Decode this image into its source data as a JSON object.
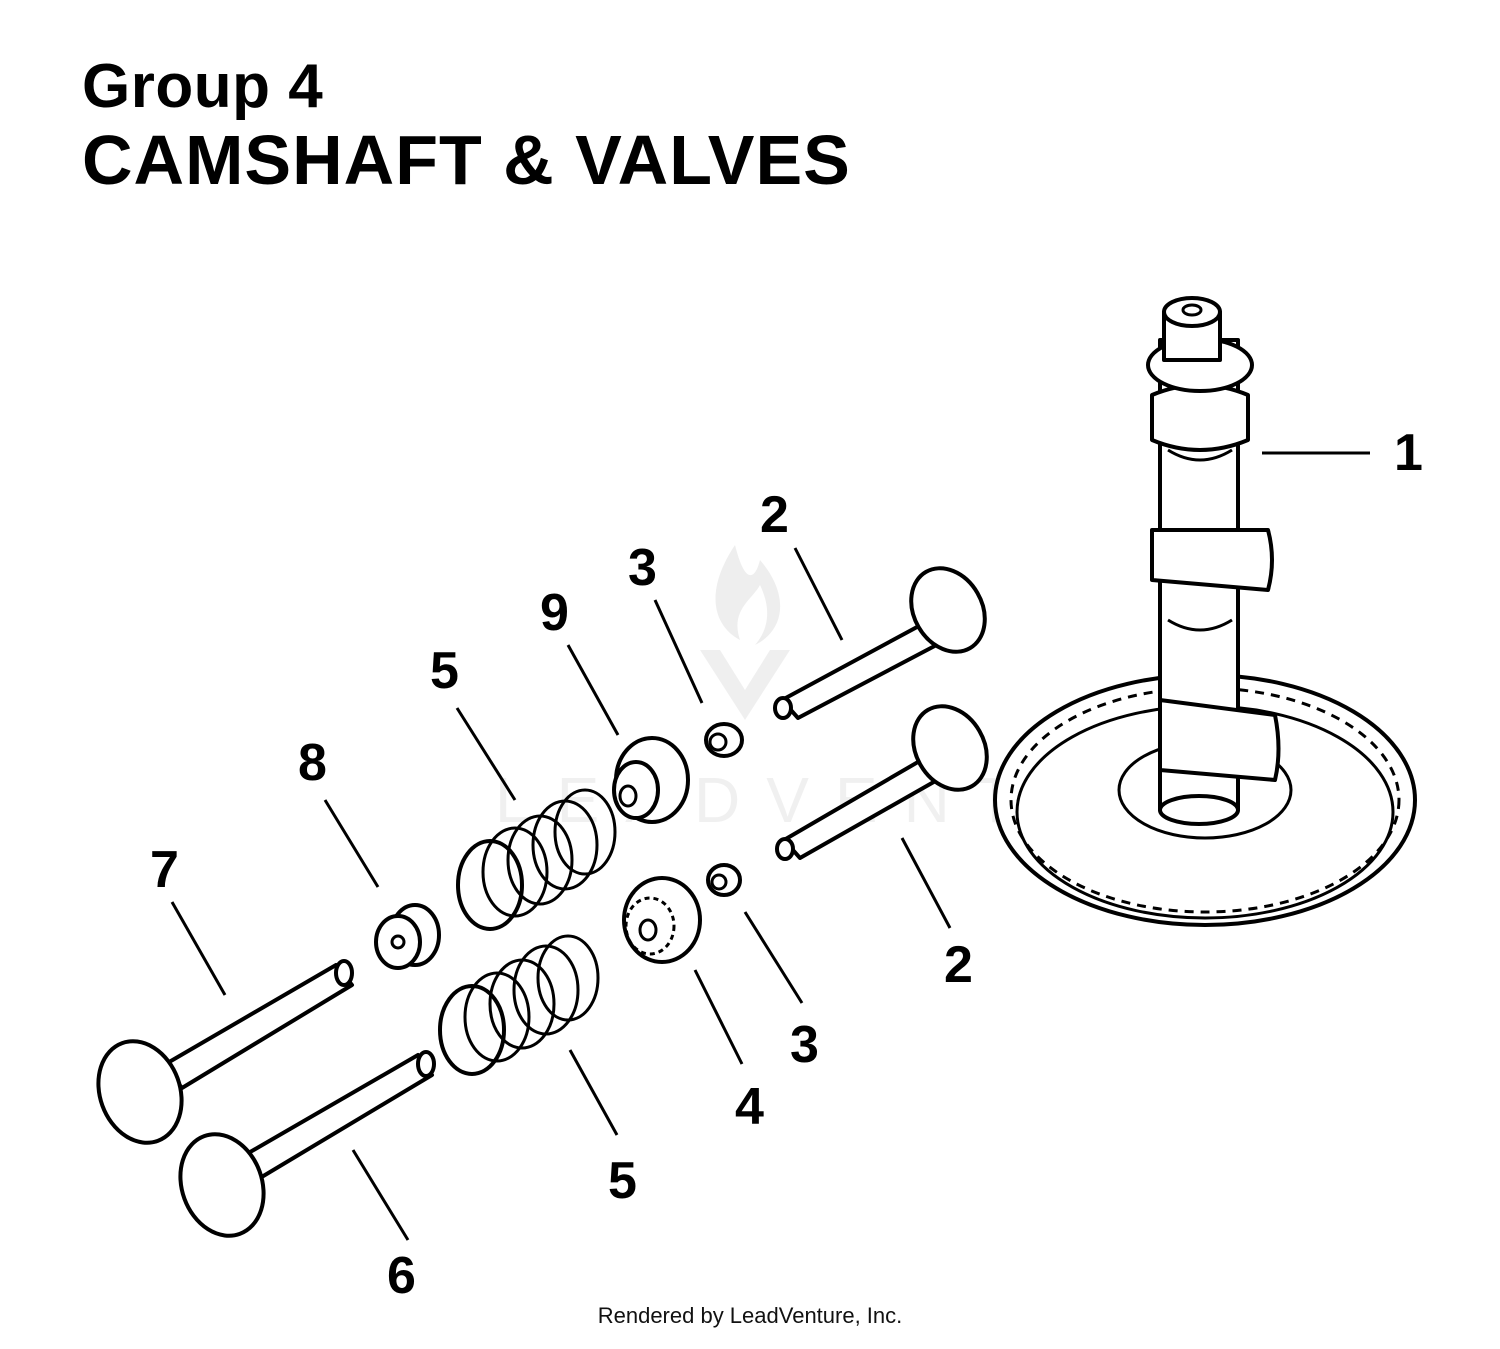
{
  "title": {
    "group": "Group 4",
    "name": "CAMSHAFT & VALVES"
  },
  "callouts": [
    {
      "id": "c1",
      "label": "1"
    },
    {
      "id": "c2a",
      "label": "2"
    },
    {
      "id": "c2b",
      "label": "2"
    },
    {
      "id": "c3a",
      "label": "3"
    },
    {
      "id": "c3b",
      "label": "3"
    },
    {
      "id": "c4",
      "label": "4"
    },
    {
      "id": "c5a",
      "label": "5"
    },
    {
      "id": "c5b",
      "label": "5"
    },
    {
      "id": "c6",
      "label": "6"
    },
    {
      "id": "c7",
      "label": "7"
    },
    {
      "id": "c8",
      "label": "8"
    },
    {
      "id": "c9",
      "label": "9"
    }
  ],
  "watermark": "LEADVENTURE",
  "footer": {
    "credit": "Rendered by LeadVenture, Inc."
  }
}
